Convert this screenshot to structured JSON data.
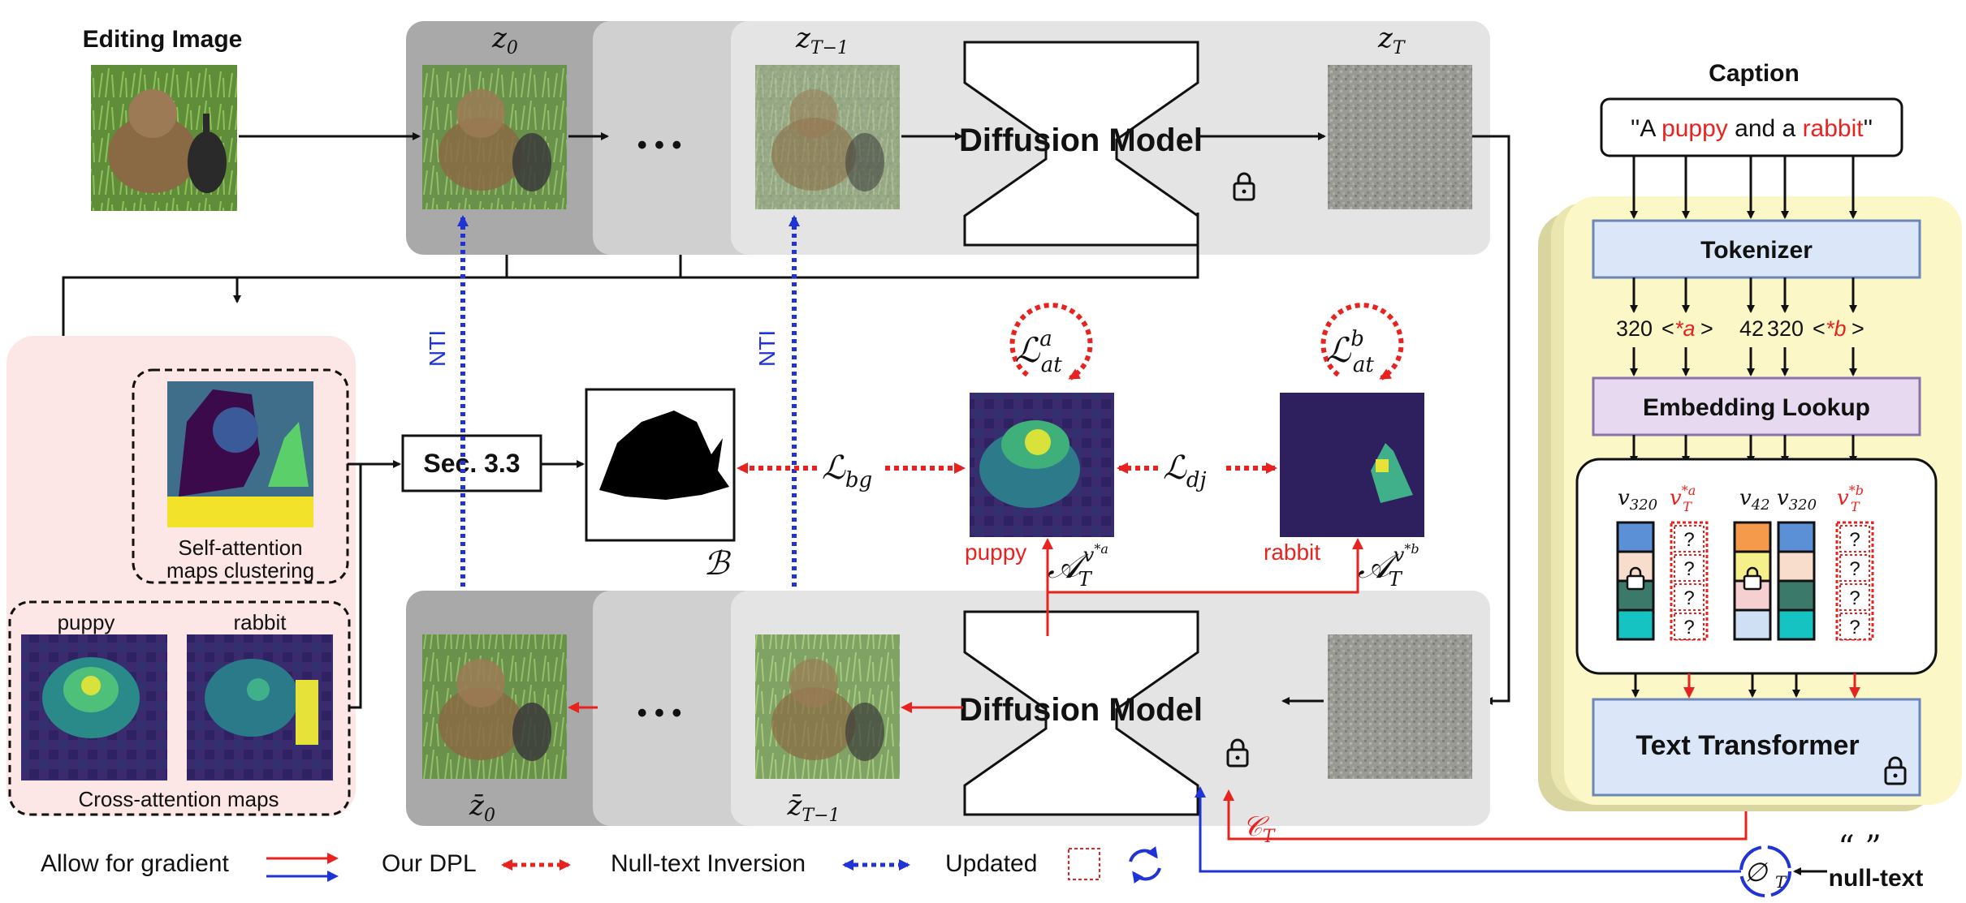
{
  "colors": {
    "red": "#e8231f",
    "blue": "#1f33d6",
    "tokenizer_fill": "#dbe6f8",
    "embedding_fill": "#e6d9f0",
    "panel_yellow": "#fbf7c6",
    "panel_pink": "#fde6e6"
  },
  "editing": {
    "title": "Editing Image"
  },
  "top_row": {
    "z0": "z",
    "z0_sub": "0",
    "zt1": "z",
    "zt1_sub": "T−1",
    "zT": "z",
    "zT_sub": "T",
    "ellipsis": "• • •",
    "diffusion_model": "Diffusion Model"
  },
  "bottom_row": {
    "z0": "z̄",
    "z0_sub": "0",
    "zt1": "z̄",
    "zt1_sub": "T−1",
    "ellipsis": "• • •",
    "diffusion_model": "Diffusion Model",
    "c_t": "𝒞",
    "c_t_sub": "T"
  },
  "nti": {
    "left": "NTI",
    "right": "NTI"
  },
  "left_panel": {
    "self_attn_line1": "Self-attention",
    "self_attn_line2": "maps clustering",
    "cross_attn": "Cross-attention maps",
    "puppy": "puppy",
    "rabbit": "rabbit"
  },
  "middle": {
    "sec": "Sec. 3.3",
    "b_label": "ℬ",
    "l_bg": "ℒ",
    "l_bg_sub": "bg",
    "l_dj": "ℒ",
    "l_dj_sub": "dj",
    "l_at": "ℒ",
    "l_at_sub": "at",
    "l_at_a_sup": "a",
    "l_at_b_sup": "b",
    "puppy": "puppy",
    "rabbit": "rabbit",
    "attn_A": "𝒜",
    "attn_T": "T",
    "attn_v": "v",
    "attn_a_sup": "*a",
    "attn_b_sup": "*b"
  },
  "caption": {
    "title": "Caption",
    "quote_open": "''A ",
    "puppy": "puppy",
    "and": " and a ",
    "rabbit": "rabbit",
    "quote_close": "''"
  },
  "right_panel": {
    "tokenizer": "Tokenizer",
    "tok_320": "320",
    "tok_a": "*a",
    "tok_42": "42",
    "tok_320b": "320",
    "tok_b": "*b",
    "embedding": "Embedding Lookup",
    "v320": "320",
    "v42": "42",
    "v320b": "320",
    "v_star_a": "*a",
    "v_star_b": "*b",
    "vT": "T",
    "v": "v",
    "question": "?",
    "text_transformer": "Text Transformer"
  },
  "null_text": {
    "quotes": "“    ”",
    "label": "null-text",
    "symbol": "∅",
    "sub": "T"
  },
  "legend": {
    "gradient": "Allow for gradient",
    "dpl": "Our DPL",
    "nti": "Null-text Inversion",
    "updated": "Updated"
  }
}
